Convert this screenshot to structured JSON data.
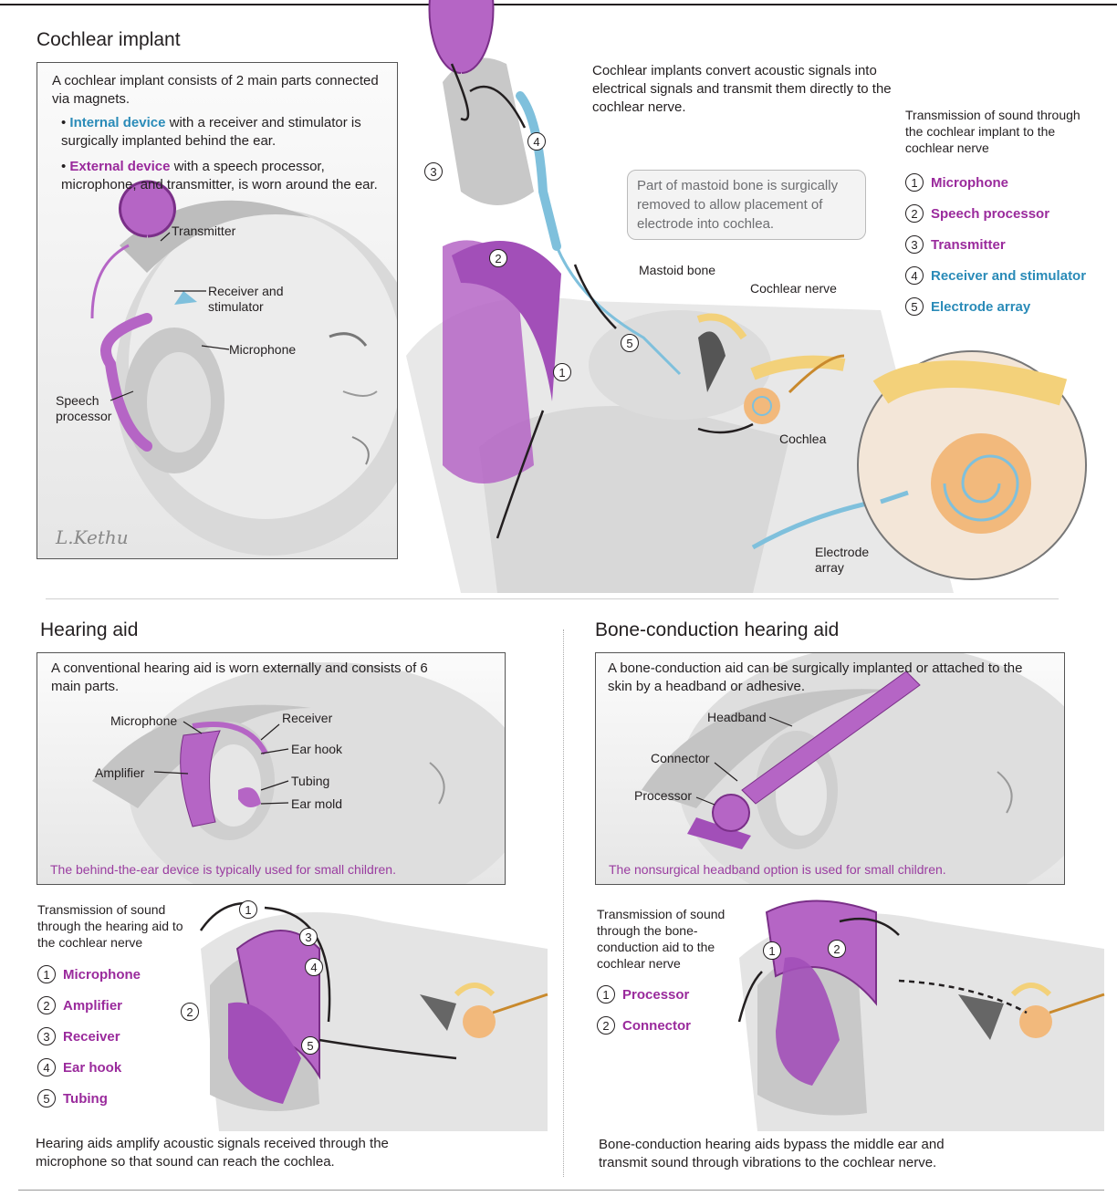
{
  "cochlear": {
    "title": "Cochlear implant",
    "intro": "A cochlear implant consists of 2 main parts connected via magnets.",
    "internal_term": "Internal device",
    "internal_text": " with a receiver and stimulator is surgically implanted behind the ear.",
    "external_term": "External device",
    "external_text": " with a speech processor, microphone, and transmitter, is worn around the ear.",
    "labels": {
      "transmitter": "Transmitter",
      "receiver": "Receiver and stimulator",
      "microphone": "Microphone",
      "speech_processor": "Speech processor"
    },
    "signature": "L.Kethu",
    "description": "Cochlear implants convert acoustic signals into electrical signals and transmit them directly to the cochlear nerve.",
    "note": "Part of mastoid bone is surgically removed to allow placement of electrode into cochlea.",
    "anatomy": {
      "mastoid": "Mastoid bone",
      "nerve": "Cochlear nerve",
      "cochlea": "Cochlea",
      "electrode": "Electrode array"
    },
    "legend_title": "Transmission of sound through the cochlear implant to the cochlear nerve",
    "legend": [
      {
        "num": "1",
        "label": "Microphone",
        "color": "#9a2a9c"
      },
      {
        "num": "2",
        "label": "Speech processor",
        "color": "#9a2a9c"
      },
      {
        "num": "3",
        "label": "Transmitter",
        "color": "#9a2a9c"
      },
      {
        "num": "4",
        "label": "Receiver and stimulator",
        "color": "#2a8bb8"
      },
      {
        "num": "5",
        "label": "Electrode array",
        "color": "#2a8bb8"
      }
    ],
    "callouts": [
      "1",
      "2",
      "3",
      "4",
      "5"
    ]
  },
  "hearing": {
    "title": "Hearing aid",
    "intro": "A conventional hearing aid is worn externally and consists of 6 main parts.",
    "labels": {
      "microphone": "Microphone",
      "receiver": "Receiver",
      "ear_hook": "Ear hook",
      "amplifier": "Amplifier",
      "tubing": "Tubing",
      "ear_mold": "Ear mold"
    },
    "caption": "The behind-the-ear device is typically used for small children.",
    "legend_title": "Transmission of sound through the hearing aid to the cochlear nerve",
    "legend": [
      {
        "num": "1",
        "label": "Microphone"
      },
      {
        "num": "2",
        "label": "Amplifier"
      },
      {
        "num": "3",
        "label": "Receiver"
      },
      {
        "num": "4",
        "label": "Ear hook"
      },
      {
        "num": "5",
        "label": "Tubing"
      }
    ],
    "callouts": [
      "1",
      "2",
      "3",
      "4",
      "5"
    ],
    "description": "Hearing aids amplify acoustic signals received through the microphone so that sound can reach the cochlea."
  },
  "bone": {
    "title": "Bone-conduction hearing aid",
    "intro": "A bone-conduction aid can be surgically implanted or attached to the skin by a headband or adhesive.",
    "labels": {
      "headband": "Headband",
      "connector": "Connector",
      "processor": "Processor"
    },
    "caption": "The nonsurgical headband option is used for small children.",
    "legend_title": "Transmission of sound through the bone-conduction aid to the cochlear nerve",
    "legend": [
      {
        "num": "1",
        "label": "Processor"
      },
      {
        "num": "2",
        "label": "Connector"
      }
    ],
    "callouts": [
      "1",
      "2"
    ],
    "description": "Bone-conduction hearing aids bypass the middle ear and transmit sound through vibrations to the cochlear nerve."
  },
  "colors": {
    "device_purple": "#b565c5",
    "device_purple_dark": "#8a3a9a",
    "internal_blue": "#7fc0dc",
    "nerve_yellow": "#f3d17a",
    "cochlea_orange": "#f2b97c",
    "arrow_orange": "#c9892c",
    "skin_gray": "#cfcfcf"
  }
}
